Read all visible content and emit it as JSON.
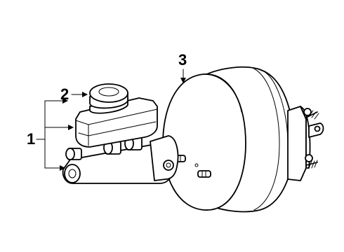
{
  "callouts": {
    "master_cylinder": "1",
    "reservoir_cap": "2",
    "brake_booster": "3"
  },
  "colors": {
    "line": "#000000",
    "background": "#ffffff"
  }
}
